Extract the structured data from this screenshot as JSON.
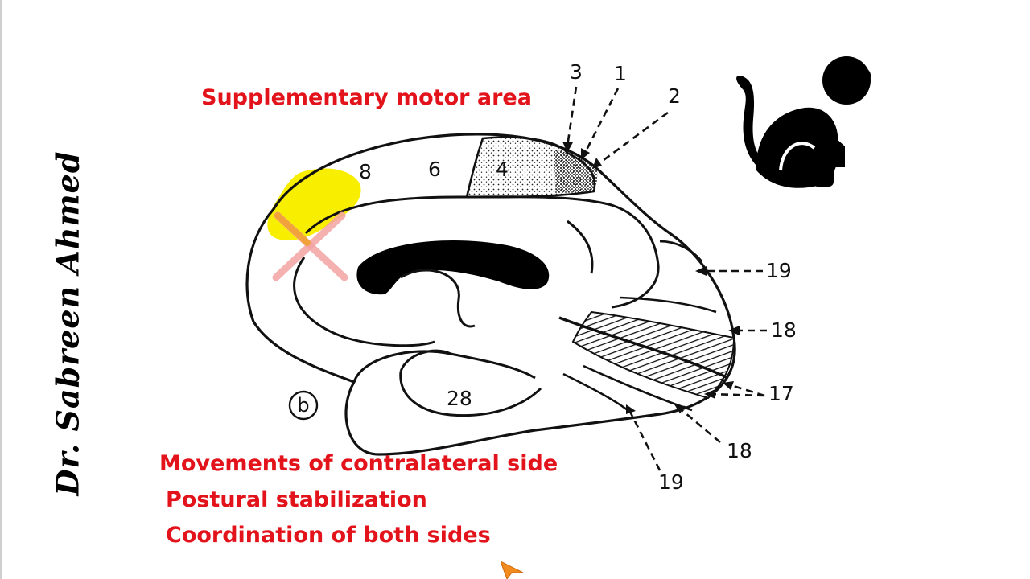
{
  "diagram": {
    "title": "Supplementary motor area",
    "functions": [
      "Movements of contralateral side",
      "Postural stabilization",
      "Coordination of both sides"
    ],
    "author": "Dr. Sabreen Ahmed",
    "panel_letter": "b",
    "area_labels": {
      "a8": "8",
      "a6": "6",
      "a4": "4",
      "a3": "3",
      "a1": "1",
      "a2": "2",
      "a19_top": "19",
      "a18_right": "18",
      "a17": "17",
      "a18_bottom": "18",
      "a19_bottom": "19",
      "a28": "28"
    },
    "highlight_color": "#f7ee00",
    "cross_color": "#f4a3a3",
    "text_color": "#e3131b",
    "icons": [
      "monkey-icon",
      "cursor-arrow-icon"
    ]
  }
}
